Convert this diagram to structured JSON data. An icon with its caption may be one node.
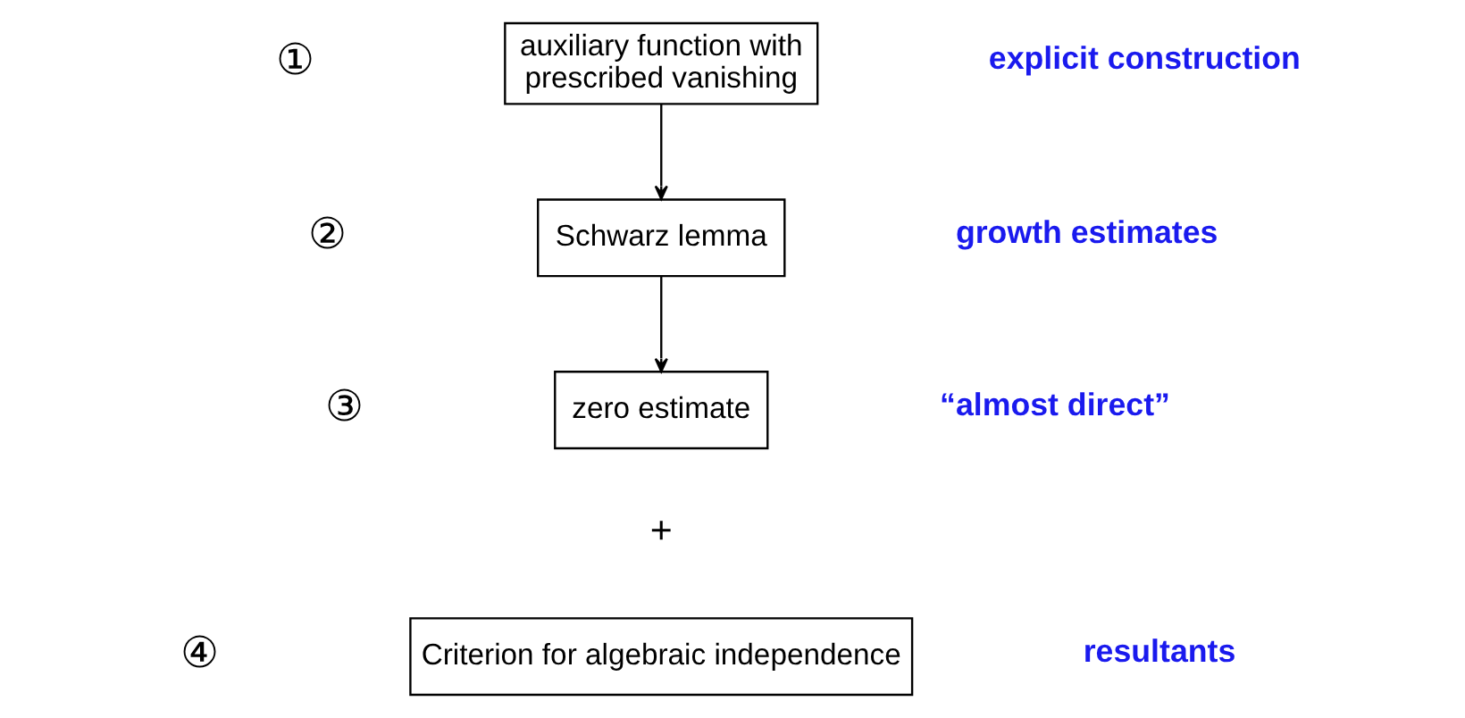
{
  "diagram": {
    "nodes": [
      {
        "text": [
          "auxiliary function with prescribed vanishing"
        ]
      },
      {
        "text": [
          "Schwarz lemma"
        ]
      },
      {
        "text": [
          "zero estimate"
        ]
      },
      {
        "text": [
          "Criterion for algebraic independence"
        ]
      }
    ],
    "edges": [
      {
        "from": 0,
        "to": 1,
        "arrow": "to"
      },
      {
        "from": 1,
        "to": 2,
        "arrow": "to"
      }
    ],
    "labels": [
      "①",
      "explicit construction",
      "②",
      "growth estimates",
      "③",
      "“almost direct”",
      "+",
      "④",
      "resultants"
    ]
  }
}
